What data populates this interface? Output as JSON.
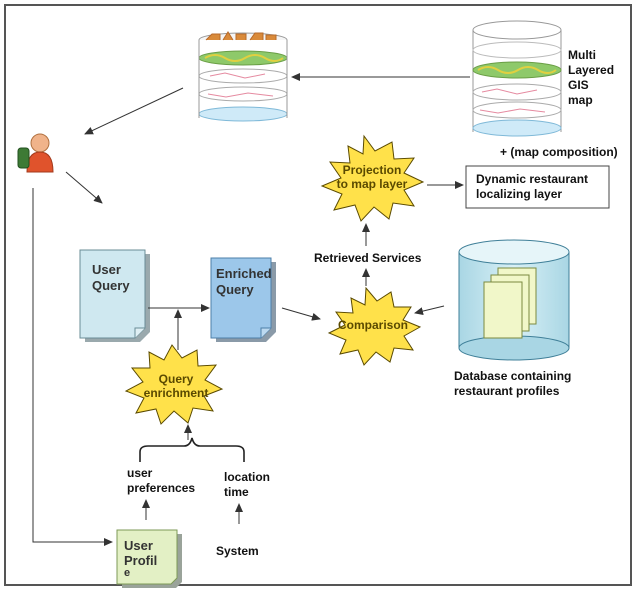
{
  "gis_map": {
    "title_lines": [
      "Multi",
      "Layered",
      "GIS",
      "map"
    ],
    "composition_note": "+ (map composition)"
  },
  "nodes": {
    "user_query": [
      "User",
      "Query"
    ],
    "enriched_query": [
      "Enriched",
      "Query"
    ],
    "comparison": "Comparison",
    "projection": [
      "Projection",
      "to map layer"
    ],
    "dynamic_layer": [
      "Dynamic restaurant",
      "localizing layer"
    ],
    "retrieved_services": "Retrieved Services",
    "database_caption": [
      "Database containing",
      "restaurant profiles"
    ],
    "query_enrichment": [
      "Query",
      "enrichment"
    ],
    "user_preferences": [
      "user",
      "preferences"
    ],
    "location_time": [
      "location",
      "time"
    ],
    "system": "System",
    "user_profile": [
      "User",
      "Profil",
      "e"
    ]
  },
  "colors": {
    "burst_fill": "#ffe14a",
    "burst_stroke": "#5a4a00",
    "user_query_fill": "#cfe8f0",
    "enriched_query_fill": "#9cc7ea",
    "db_fill": "#c7e6ef",
    "profile_fill": "#e3f0c5",
    "sheet_fill": "#f1f7c9"
  },
  "icons": [
    "user-phone-icon",
    "gis-stack-icon",
    "database-icon"
  ]
}
